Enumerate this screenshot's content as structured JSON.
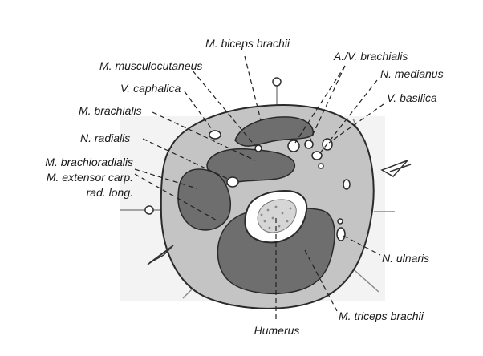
{
  "labels": {
    "biceps_brachii": "M. biceps brachii",
    "brachialis_vessels": "A./V. brachialis",
    "musculocutaneus": "M. musculocutaneus",
    "medianus": "N. medianus",
    "v_caphalica": "V. caphalica",
    "v_basilica": "V. basilica",
    "m_brachialis": "M. brachialis",
    "n_radialis": "N. radialis",
    "brachioradialis": "M. brachioradialis",
    "extensor_line1": "M. extensor carp.",
    "extensor_line2": "rad. long.",
    "n_ulnaris": "N. ulnaris",
    "triceps_brachii": "M. triceps brachii",
    "humerus": "Humerus"
  },
  "colors": {
    "muscle": "#6e6e6e",
    "skin_fill": "#c4c4c4",
    "outline": "#2a2a2a",
    "bone_fill": "#ffffff",
    "marrow": "#d6d6d6",
    "text": "#1a1a1a"
  }
}
